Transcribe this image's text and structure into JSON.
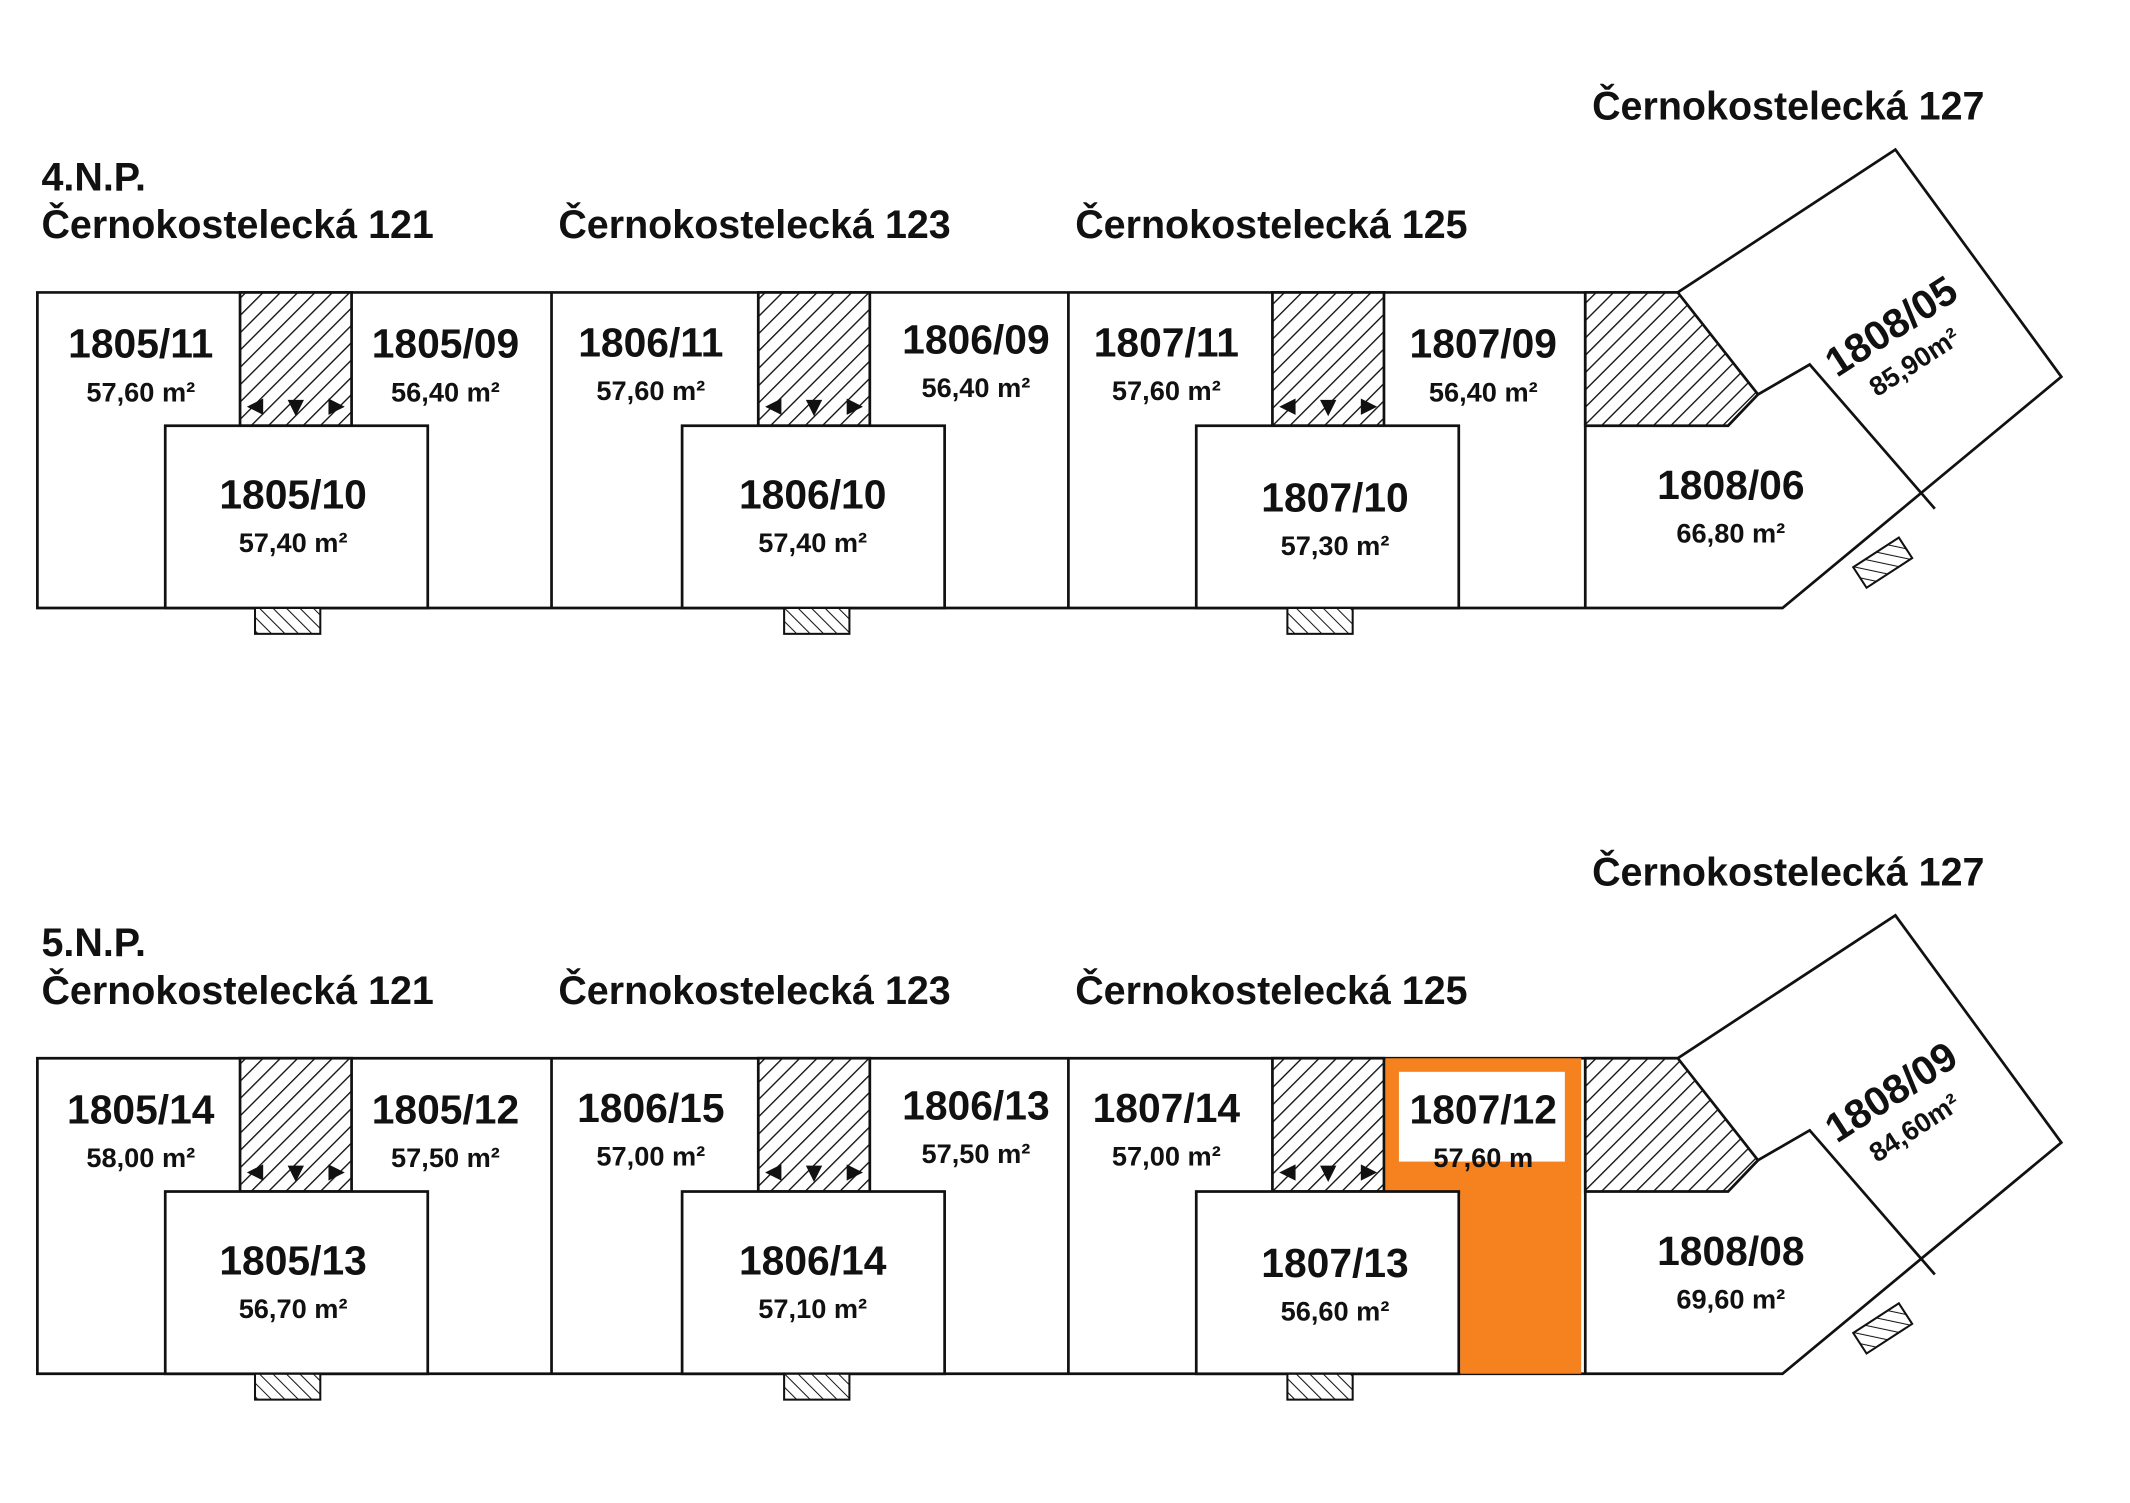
{
  "highlight_color": "#f5821f",
  "floors": [
    {
      "label": "4.N.P.",
      "buildings": [
        "Černokostelecká 121",
        "Černokostelecká 123",
        "Černokostelecká 125",
        "Černokostelecká 127"
      ],
      "units": [
        {
          "id": "1805/11",
          "area": "57,60 m²"
        },
        {
          "id": "1805/09",
          "area": "56,40 m²"
        },
        {
          "id": "1805/10",
          "area": "57,40 m²"
        },
        {
          "id": "1806/11",
          "area": "57,60 m²"
        },
        {
          "id": "1806/09",
          "area": "56,40 m²"
        },
        {
          "id": "1806/10",
          "area": "57,40 m²"
        },
        {
          "id": "1807/11",
          "area": "57,60 m²"
        },
        {
          "id": "1807/09",
          "area": "56,40 m²"
        },
        {
          "id": "1807/10",
          "area": "57,30 m²"
        },
        {
          "id": "1808/05",
          "area": "85,90m²"
        },
        {
          "id": "1808/06",
          "area": "66,80 m²"
        }
      ]
    },
    {
      "label": "5.N.P.",
      "buildings": [
        "Černokostelecká 121",
        "Černokostelecká 123",
        "Černokostelecká 125",
        "Černokostelecká 127"
      ],
      "units": [
        {
          "id": "1805/14",
          "area": "58,00 m²"
        },
        {
          "id": "1805/12",
          "area": "57,50 m²"
        },
        {
          "id": "1805/13",
          "area": "56,70 m²"
        },
        {
          "id": "1806/15",
          "area": "57,00 m²"
        },
        {
          "id": "1806/13",
          "area": "57,50 m²"
        },
        {
          "id": "1806/14",
          "area": "57,10 m²"
        },
        {
          "id": "1807/14",
          "area": "57,00 m²"
        },
        {
          "id": "1807/12",
          "area": "57,60 m",
          "highlighted": true
        },
        {
          "id": "1807/13",
          "area": "56,60 m²"
        },
        {
          "id": "1808/09",
          "area": "84,60m²"
        },
        {
          "id": "1808/08",
          "area": "69,60 m²"
        }
      ]
    }
  ]
}
